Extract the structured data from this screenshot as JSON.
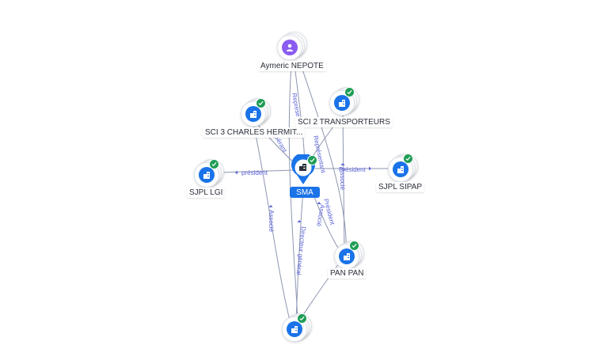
{
  "graph": {
    "center": {
      "name": "SMA",
      "verified": true,
      "icon": "building-icon"
    },
    "nodes": [
      {
        "id": "aymeric",
        "name": "Aymeric NEPOTE",
        "kind": "person",
        "verified": false,
        "icon": "person-icon"
      },
      {
        "id": "sci2",
        "name": "SCI 2 TRANSPORTEURS",
        "kind": "company",
        "verified": true,
        "icon": "building-icon"
      },
      {
        "id": "sci3",
        "name": "SCI 3 CHARLES HERMIT...",
        "kind": "company",
        "verified": true,
        "icon": "building-icon"
      },
      {
        "id": "sjpllgi",
        "name": "SJPL LGI",
        "kind": "company",
        "verified": true,
        "icon": "building-icon"
      },
      {
        "id": "sjplsipap",
        "name": "SJPL SIPAP",
        "kind": "company",
        "verified": true,
        "icon": "building-icon"
      },
      {
        "id": "panpan",
        "name": "PAN PAN",
        "kind": "company",
        "verified": true,
        "icon": "building-icon"
      },
      {
        "id": "bottom",
        "name": "",
        "kind": "company",
        "verified": true,
        "icon": "building-icon"
      }
    ],
    "edge_labels": {
      "representant": "Represe...",
      "sci3": "Gérant",
      "sci2": "Représentant",
      "president_left": "président",
      "president_right": "Président",
      "associe_right": "Associé",
      "associe_left": "Associé",
      "directeur": "Directeur général",
      "associe_pan": "Associé",
      "president_pan": "Président"
    },
    "colors": {
      "company": "#1a73e8",
      "person": "#8a5cf0",
      "verified": "#1f9d55",
      "edge": "#8e96b0",
      "edge_label": "#5b63d6"
    }
  }
}
